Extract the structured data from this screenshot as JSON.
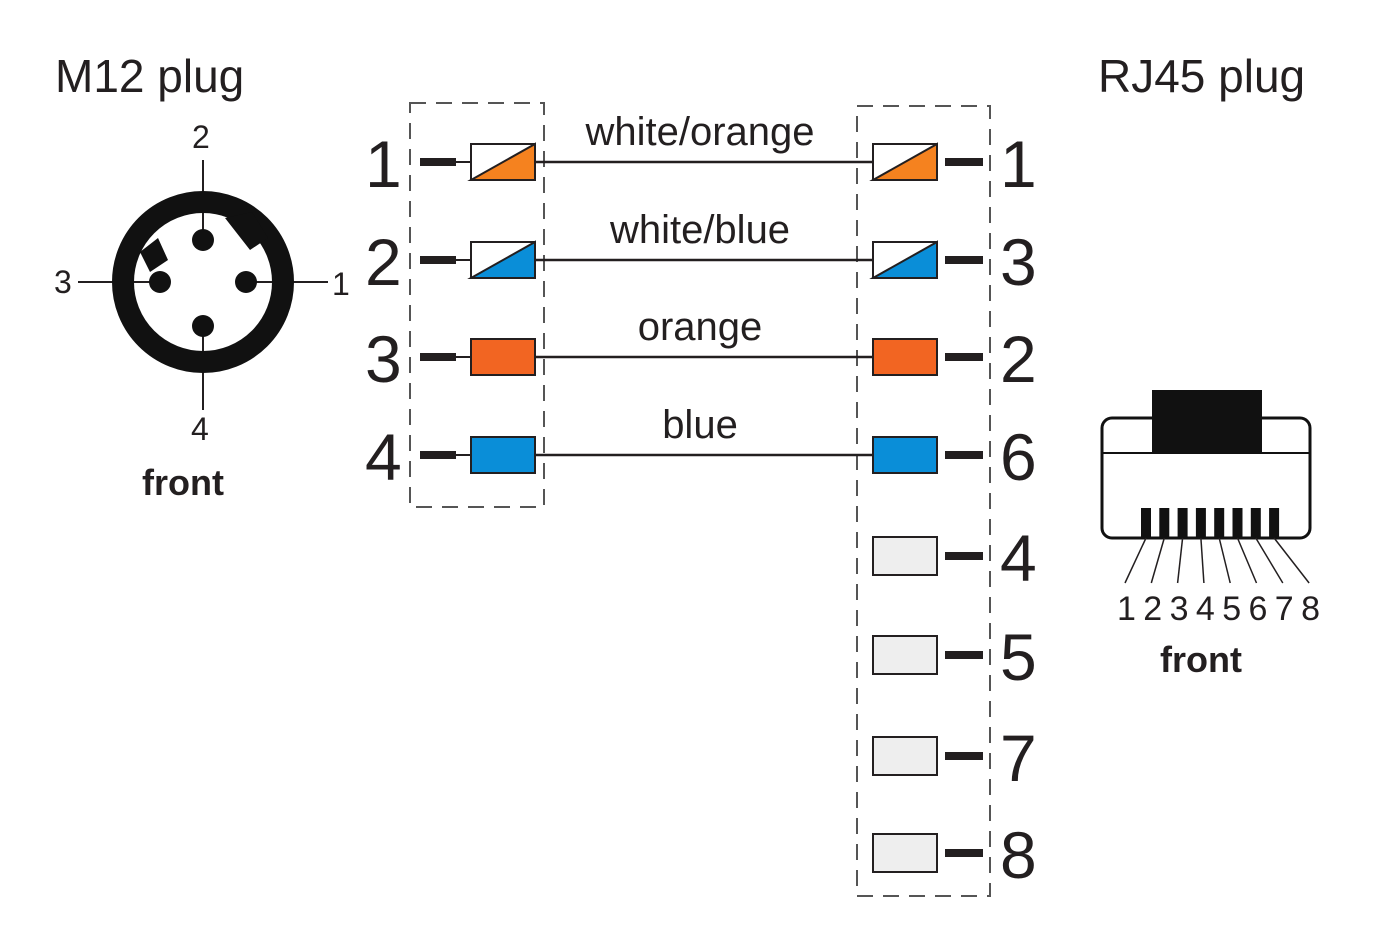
{
  "left_title": "M12 plug",
  "right_title": "RJ45 plug",
  "m12": {
    "pins": [
      "1",
      "2",
      "3",
      "4"
    ],
    "view_label": "front"
  },
  "rj45": {
    "pins": [
      "1",
      "2",
      "3",
      "4",
      "5",
      "6",
      "7",
      "8"
    ],
    "view_label": "front"
  },
  "colors": {
    "orange": "#f5821f",
    "blue": "#0a8ed8",
    "solid_orange": "#f26522",
    "solid_blue": "#0a8ed8",
    "unused_fill": "#eeeeee",
    "line": "#231f20"
  },
  "wires": [
    {
      "m12_pin": "1",
      "rj45_pin": "1",
      "label": "white/orange",
      "color": "orange",
      "striped": true
    },
    {
      "m12_pin": "2",
      "rj45_pin": "3",
      "label": "white/blue",
      "color": "blue",
      "striped": true
    },
    {
      "m12_pin": "3",
      "rj45_pin": "2",
      "label": "orange",
      "color": "solid_orange",
      "striped": false
    },
    {
      "m12_pin": "4",
      "rj45_pin": "6",
      "label": "blue",
      "color": "solid_blue",
      "striped": false
    }
  ],
  "unused_rj45_pins": [
    "4",
    "5",
    "7",
    "8"
  ]
}
